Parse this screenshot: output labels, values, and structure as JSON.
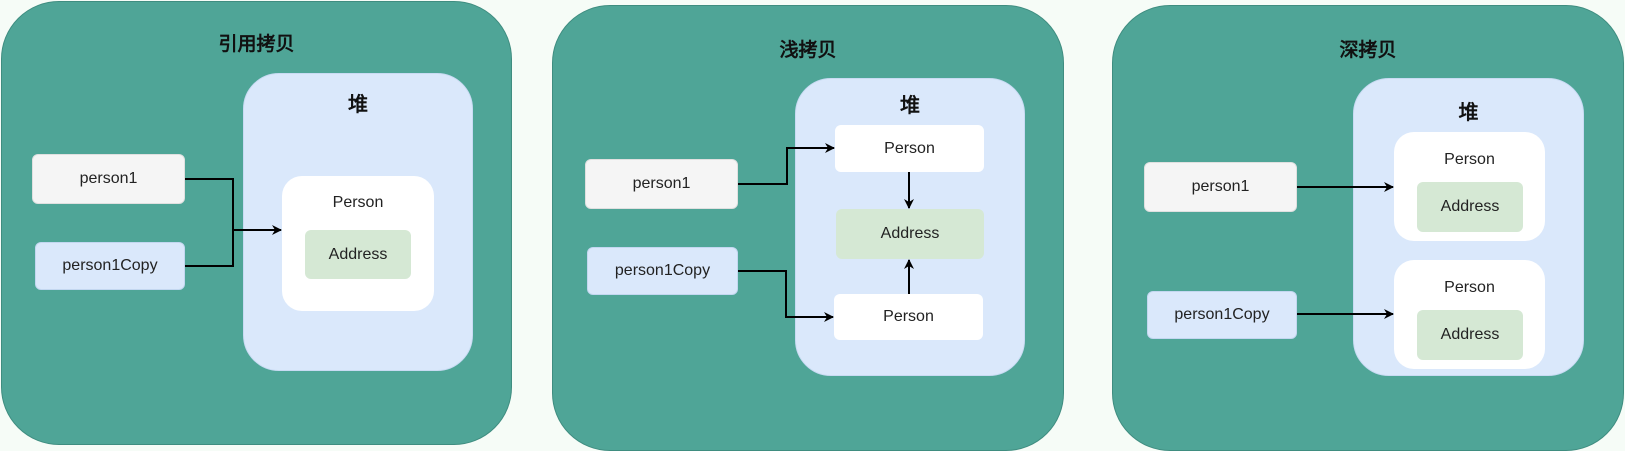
{
  "panels": {
    "reference": {
      "title": "引用拷贝",
      "heap_title": "堆",
      "var1": "person1",
      "var2": "person1Copy",
      "person": "Person",
      "address": "Address"
    },
    "shallow": {
      "title": "浅拷贝",
      "heap_title": "堆",
      "var1": "person1",
      "var2": "person1Copy",
      "person_top": "Person",
      "address": "Address",
      "person_bottom": "Person"
    },
    "deep": {
      "title": "深拷贝",
      "heap_title": "堆",
      "var1": "person1",
      "var2": "person1Copy",
      "person1": "Person",
      "address1": "Address",
      "person2": "Person",
      "address2": "Address"
    }
  },
  "colors": {
    "panel": "#4fa597",
    "heap": "#dae8fb",
    "variable_grey": "#f5f5f5",
    "variable_blue": "#dae8fb",
    "object": "#ffffff",
    "address": "#d5e8d4",
    "arrow": "#000000"
  }
}
